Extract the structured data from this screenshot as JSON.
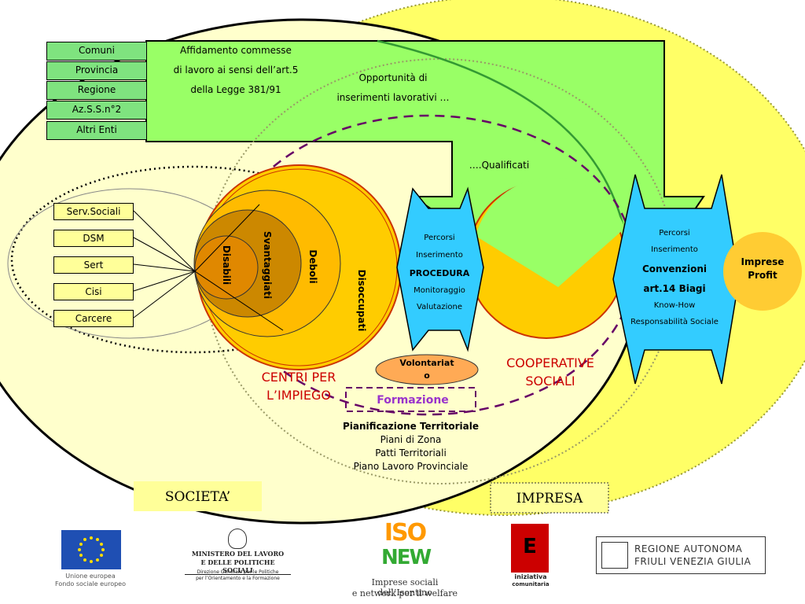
{
  "entities": [
    "Comuni",
    "Provincia",
    "Regione",
    "Az.S.S.n°2",
    "Altri Enti"
  ],
  "affidamento": [
    "Affidamento commesse",
    "di lavoro ai sensi dell’art.5",
    "della Legge 381/91"
  ],
  "opportunita": [
    "Opportunità di",
    "inserimenti lavorativi …"
  ],
  "qualificati": "….Qualificati",
  "services": [
    "Serv.Sociali",
    "DSM",
    "Sert",
    "Cisi",
    "Carcere"
  ],
  "rings": {
    "disabili": "Disabili",
    "svantaggiati": "Svantaggiati",
    "deboli": "Deboli",
    "disoccupati": "Disoccupati"
  },
  "procedura": [
    "Percorsi",
    "Inserimento",
    "PROCEDURA",
    "Monitoraggio",
    "Valutazione"
  ],
  "convenzioni": [
    "Percorsi",
    "Inserimento",
    "Convenzioni",
    "art.14 Biagi",
    "Know-How",
    "Responsabilità Sociale"
  ],
  "imprese_profit": [
    "Imprese",
    "Profit"
  ],
  "volontariato": [
    "Volontariat",
    "o"
  ],
  "centri_impiego": [
    "CENTRI PER",
    "L’IMPIEGO"
  ],
  "cooperative": [
    "COOPERATIVE",
    "SOCIALI"
  ],
  "formazione": "Formazione",
  "pianificazione": {
    "title": "Pianificazione Territoriale",
    "items": [
      "Piani di Zona",
      "Patti Territoriali",
      "Piano Lavoro Provinciale"
    ]
  },
  "labels": {
    "societa": "SOCIETA’",
    "impresa": "IMPRESA"
  },
  "logos": {
    "eu": [
      "Unione europea",
      "Fondo sociale europeo"
    ],
    "ministero": [
      "MINISTERO DEL LAVORO",
      "E DELLE POLITICHE SOCIALI",
      "Direzione Generale per le Politiche",
      "per l’Orientamento e la Formazione"
    ],
    "isonew": [
      "ISO",
      "NEW",
      "Imprese sociali dell’Isontino",
      "e network per il welfare"
    ],
    "equal": [
      "E",
      "iniziativa",
      "comunitaria"
    ],
    "regione": [
      "REGIONE AUTONOMA",
      "FRIULI VENEZIA GIULIA"
    ]
  },
  "colors": {
    "societa_bg": "#ffffcc",
    "impresa_bg": "#ffff66",
    "green": "#99ff66",
    "orange": "#ffcc00",
    "dark_orange": "#cc8800",
    "cyan": "#33ccff",
    "purple": "#660066",
    "red_text": "#cc0000"
  }
}
